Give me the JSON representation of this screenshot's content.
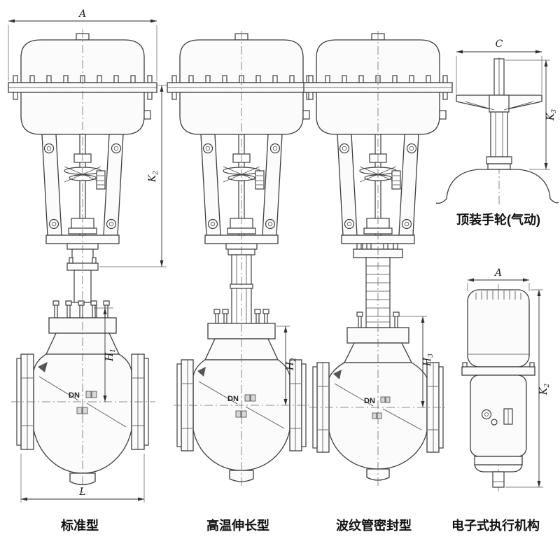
{
  "drawings": {
    "standard": {
      "caption": "标准型",
      "dims": {
        "width": {
          "main": "A",
          "sub": ""
        },
        "actuator_height": {
          "main": "K",
          "sub": "2"
        },
        "body_height": {
          "main": "H",
          "sub": "1"
        },
        "face_to_face": {
          "main": "L",
          "sub": ""
        },
        "nominal": "DN"
      }
    },
    "high_temp": {
      "caption": "高温伸长型",
      "dims": {
        "body_height": {
          "main": "H",
          "sub": "2"
        },
        "nominal": "DN"
      }
    },
    "bellows": {
      "caption": "波纹管密封型",
      "dims": {
        "body_height": {
          "main": "H",
          "sub": "3"
        },
        "nominal": "DN"
      }
    },
    "handwheel": {
      "caption": "顶装手轮(气动)",
      "dims": {
        "width": {
          "main": "C",
          "sub": ""
        },
        "height": {
          "main": "K",
          "sub": "3"
        }
      }
    },
    "electric": {
      "caption": "电子式执行机构",
      "dims": {
        "width": {
          "main": "A",
          "sub": ""
        },
        "height": {
          "main": "K",
          "sub": "2"
        }
      }
    }
  }
}
